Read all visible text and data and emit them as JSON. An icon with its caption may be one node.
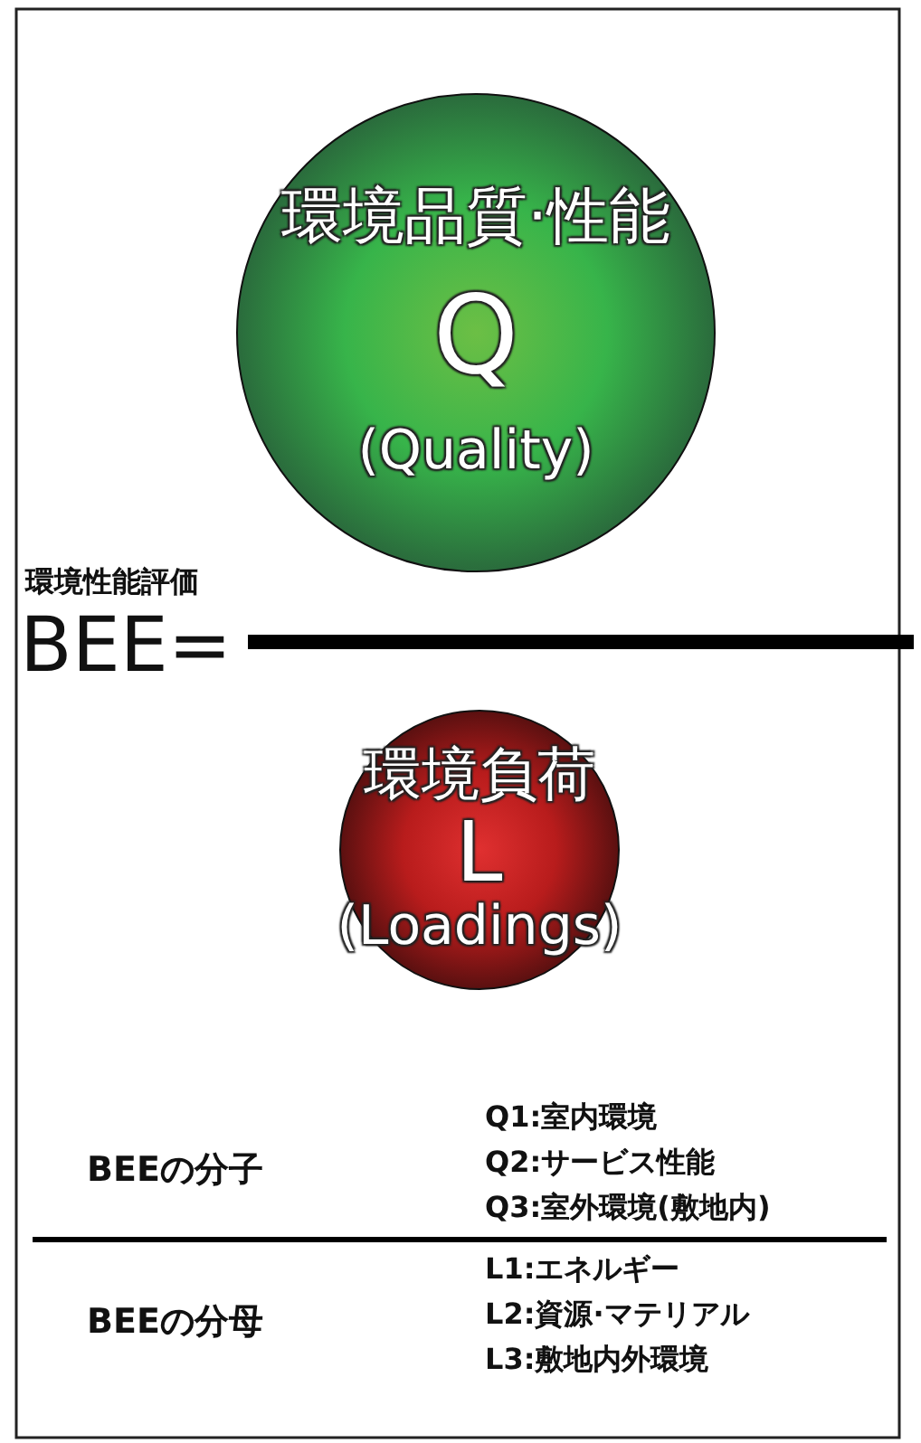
{
  "diagram": {
    "nodes": [
      {
        "text": [
          "環境品質·性能",
          "Q",
          "(Quality)"
        ]
      },
      {
        "text": [
          "環境負荷",
          "L",
          "(Loadings)"
        ]
      }
    ],
    "labels": [
      "環境性能評価",
      "BEE=",
      "BEEの分子",
      "Q1:室内環境",
      "Q2:サービス性能",
      "Q3:室外環境(敷地内)",
      "BEEの分母",
      "L1:エネルギー",
      "L2:資源·マテリアル",
      "L3:敷地内外環境"
    ]
  }
}
